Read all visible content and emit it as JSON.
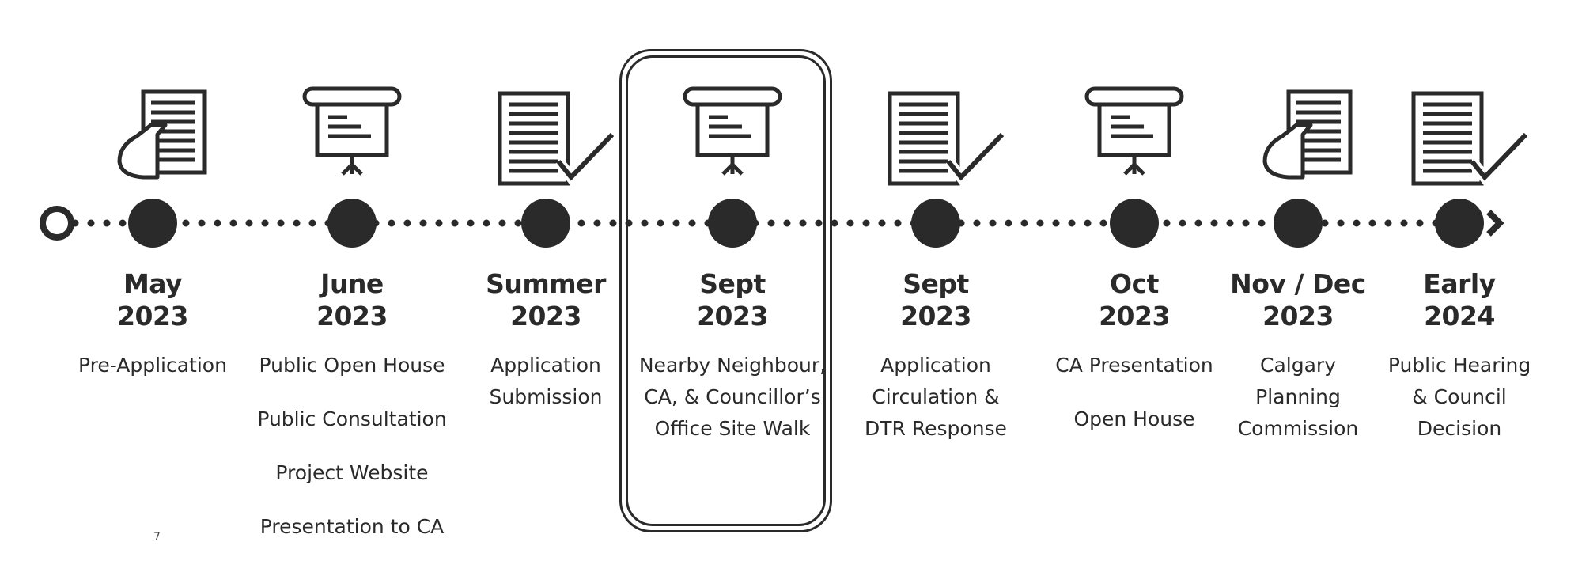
{
  "milestones": [
    {
      "month": "May",
      "year": "2023",
      "icon": "document-hand-icon",
      "items": [
        "Pre-Application"
      ]
    },
    {
      "month": "June",
      "year": "2023",
      "icon": "presentation-board-icon",
      "items": [
        "Public Open House",
        "Public Consultation",
        "Project Website",
        "Presentation to CA"
      ]
    },
    {
      "month": "Summer",
      "year": "2023",
      "icon": "document-check-icon",
      "items": [
        "Application",
        "Submission"
      ]
    },
    {
      "month": "Sept",
      "year": "2023",
      "icon": "presentation-board-icon",
      "highlighted": true,
      "items": [
        "Nearby Neighbour,",
        "CA, & Councillor’s",
        "Office Site Walk"
      ]
    },
    {
      "month": "Sept",
      "year": "2023",
      "icon": "document-check-icon",
      "items": [
        "Application",
        "Circulation &",
        "DTR Response"
      ]
    },
    {
      "month": "Oct",
      "year": "2023",
      "icon": "presentation-board-icon",
      "items": [
        "CA Presentation",
        "Open House"
      ]
    },
    {
      "month": "Nov / Dec",
      "year": "2023",
      "icon": "document-hand-icon",
      "items": [
        "Calgary",
        "Planning",
        "Commission"
      ]
    },
    {
      "month": "Early",
      "year": "2024",
      "icon": "document-check-icon",
      "items": [
        "Public Hearing",
        "& Council",
        "Decision"
      ]
    }
  ],
  "page_number": "7",
  "colors": {
    "ink": "#2a2a2a",
    "background": "#ffffff"
  }
}
